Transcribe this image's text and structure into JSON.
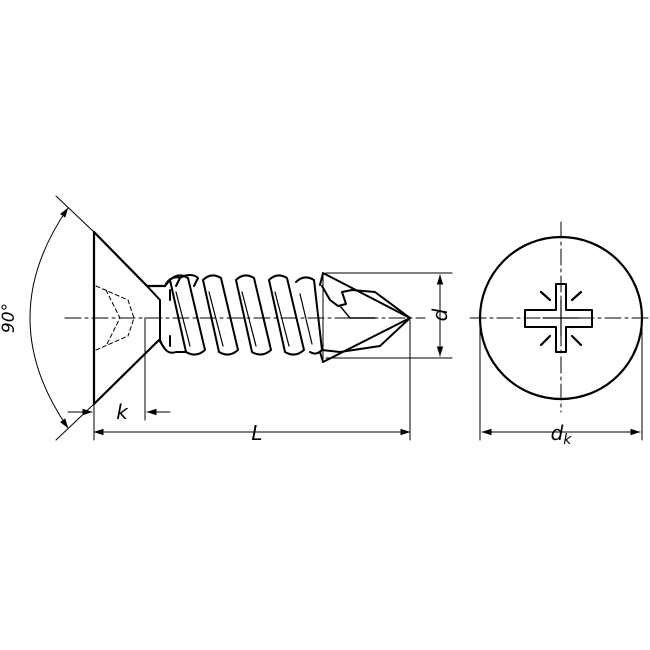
{
  "drawing": {
    "labels": {
      "angle": "90°",
      "head_height": "k",
      "length": "L",
      "diameter": "d",
      "head_diameter_base": "d",
      "head_diameter_sub": "k"
    },
    "line_color": "#000000",
    "background": "#ffffff",
    "views": [
      "side-view",
      "head-view"
    ],
    "head_view_recess": "pozidriv-cross-recess-icon"
  }
}
